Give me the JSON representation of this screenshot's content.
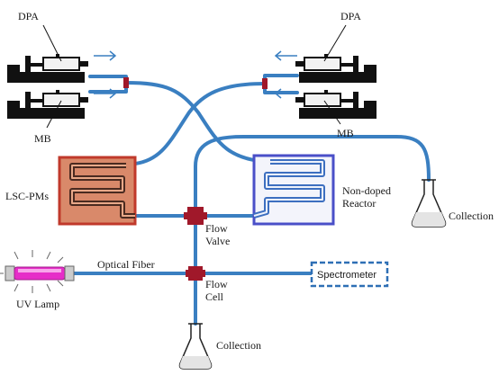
{
  "labels": {
    "dpa_left": "DPA",
    "dpa_right": "DPA",
    "mb_left": "MB",
    "mb_right": "MB",
    "lsc_pms": "LSC-PMs",
    "non_doped_line1": "Non-doped",
    "non_doped_line2": "Reactor",
    "collection_right": "Collection",
    "collection_bottom": "Collection",
    "flow_valve_line1": "Flow",
    "flow_valve_line2": "Valve",
    "flow_cell_line1": "Flow",
    "flow_cell_line2": "Cell",
    "optical_fiber": "Optical Fiber",
    "uv_lamp": "UV Lamp",
    "spectrometer": "Spectrometer"
  },
  "colors": {
    "tube": "#3a7fc1",
    "lsc_reactor_border": "#c0392b",
    "lsc_reactor_fill": "#d9896a",
    "non_doped_border": "#4a4fc8",
    "junction": "#a0182a",
    "uv_lamp": "#e62ec8",
    "spectrometer_border": "#2e6fb5"
  }
}
